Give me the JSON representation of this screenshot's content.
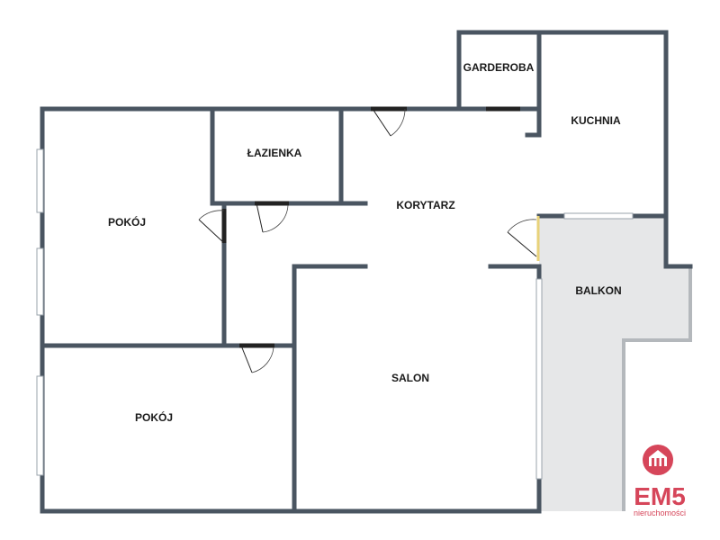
{
  "rooms": {
    "garderoba": "GARDEROBA",
    "kuchnia": "KUCHNIA",
    "lazienka": "ŁAZIENKA",
    "korytarz": "KORYTARZ",
    "pokoj_top": "POKÓJ",
    "pokoj_bottom": "POKÓJ",
    "balkon": "BALKON",
    "salon": "SALON"
  },
  "brand": {
    "name": "EM5",
    "tagline": "nieruchomości",
    "color": "#d6465a"
  },
  "colors": {
    "wall": "#4a5561",
    "balcony_fill": "#e6e7e8",
    "balcony_wall": "#b4b8bc"
  }
}
